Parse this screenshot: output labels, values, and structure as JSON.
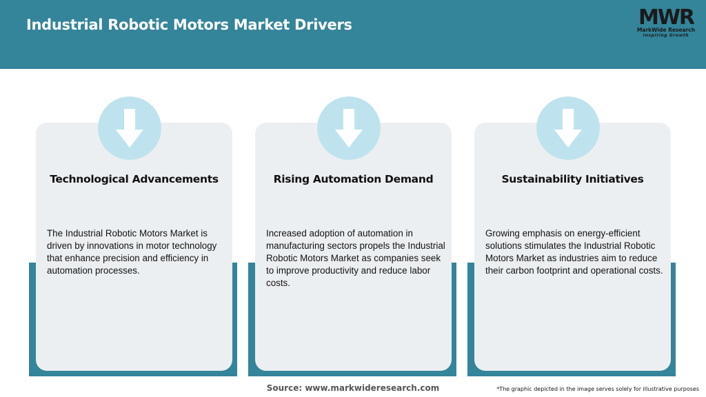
{
  "header": {
    "title": "Industrial Robotic Motors Market Drivers",
    "logo": {
      "mark_text": "MWR",
      "name": "MarkWide Research",
      "tagline": "Inspiring Growth"
    }
  },
  "cards": [
    {
      "icon": "arrow-down-icon",
      "title": "Technological Advancements",
      "description": "The Industrial Robotic Motors Market is driven by innovations in motor technology that enhance precision and efficiency in automation processes."
    },
    {
      "icon": "arrow-down-icon",
      "title": "Rising Automation Demand",
      "description": "Increased adoption of automation in manufacturing sectors propels the Industrial Robotic Motors Market as companies seek to improve productivity and reduce labor costs."
    },
    {
      "icon": "arrow-down-icon",
      "title": "Sustainability Initiatives",
      "description": "Growing emphasis on energy-efficient solutions stimulates the Industrial Robotic Motors Market as industries aim to reduce their carbon footprint and operational costs."
    }
  ],
  "footer": {
    "source": "Source: www.markwideresearch.com",
    "disclaimer": "*The graphic depicted in the image serves solely for illustrative purposes"
  },
  "colors": {
    "header_bg": "#34849a",
    "card_bg": "#eceff1",
    "icon_circle": "#bfe3ee",
    "arrow": "#ffffff"
  }
}
